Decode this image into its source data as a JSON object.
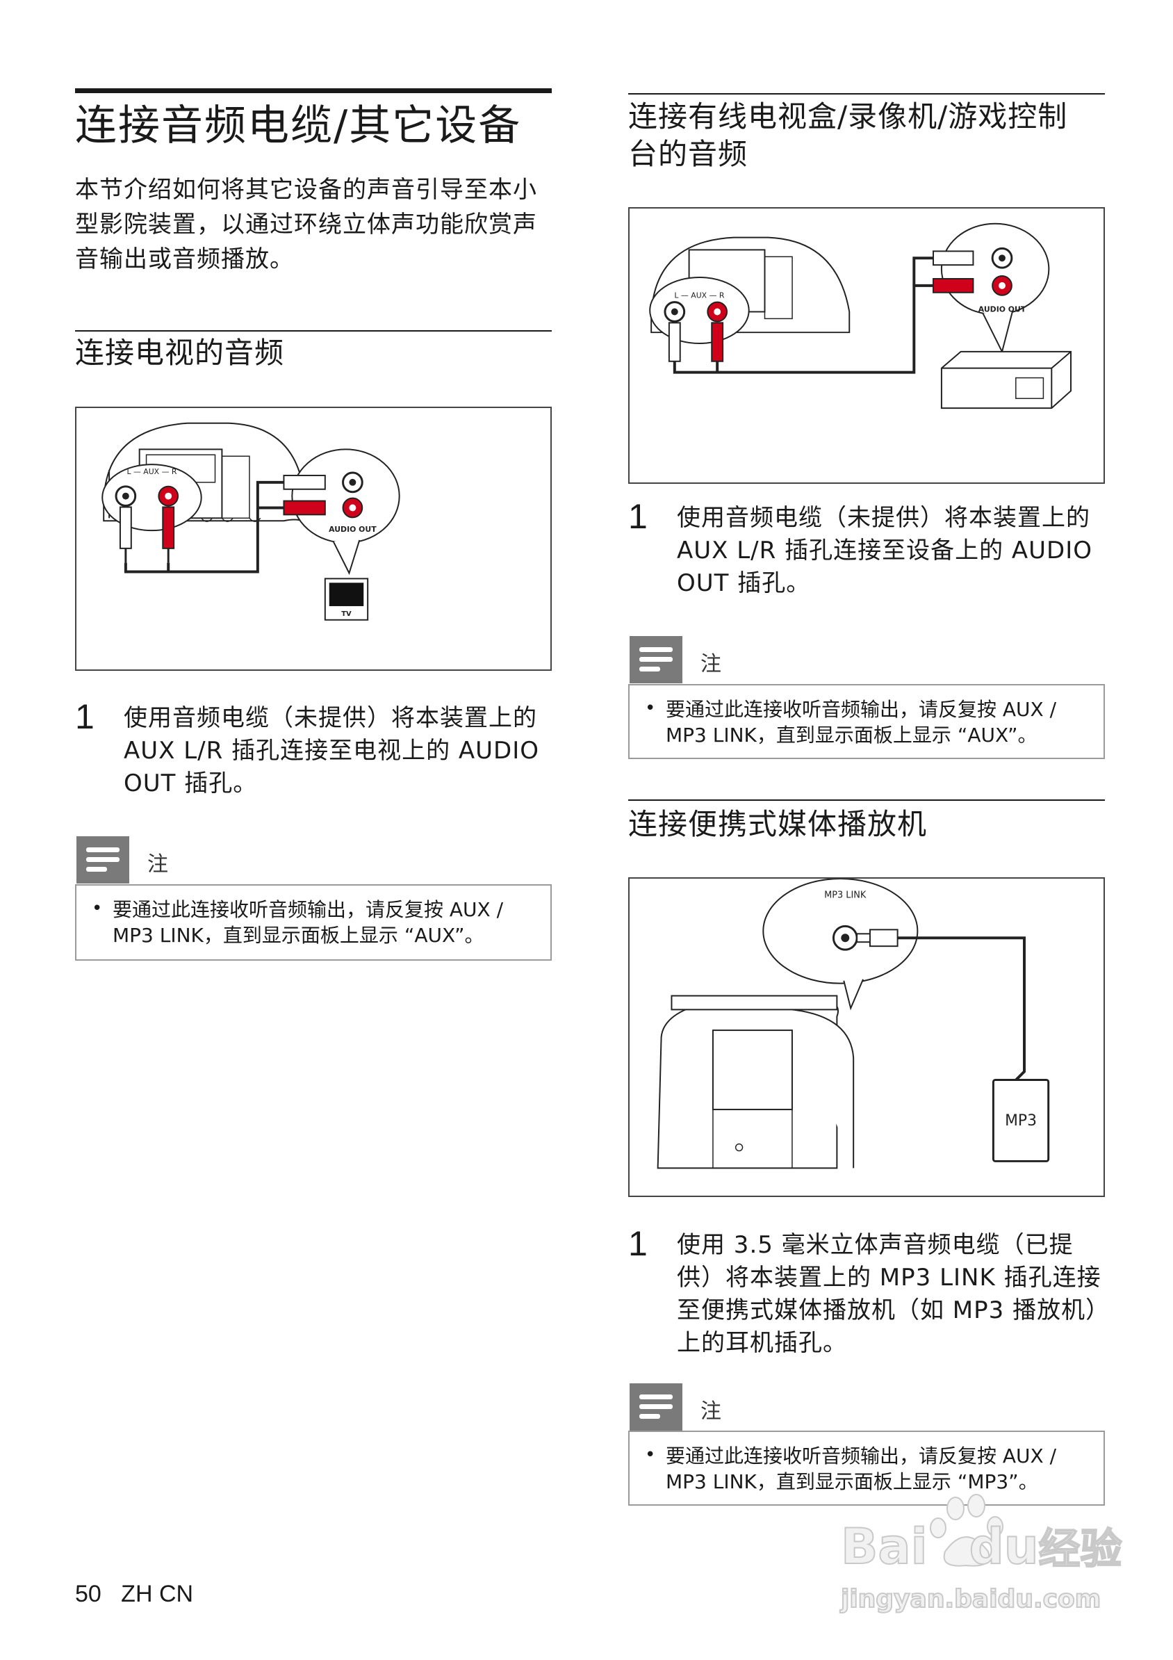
{
  "left": {
    "title": "连接音频电缆/其它设备",
    "intro": "本节介绍如何将其它设备的声音引导至本小型影院装置，以通过环绕立体声功能欣赏声音输出或音频播放。",
    "section_tv": {
      "heading": "连接电视的音频",
      "figure_labels": {
        "jack_label": "L — AUX — R",
        "audio_out": "AUDIO OUT",
        "tv": "TV"
      },
      "step_num": "1",
      "step_text": "使用音频电缆（未提供）将本装置上的 AUX L/R 插孔连接至电视上的 AUDIO OUT 插孔。",
      "note_label": "注",
      "note_text": "要通过此连接收听音频输出，请反复按 AUX / MP3 LINK，直到显示面板上显示 “AUX”。"
    }
  },
  "right": {
    "section_cable": {
      "heading_line1": "连接有线电视盒/录像机/游戏控制",
      "heading_line2": "台的音频",
      "figure_labels": {
        "jack_label": "L — AUX — R",
        "audio_out": "AUDIO OUT"
      },
      "step_num": "1",
      "step_text": "使用音频电缆（未提供）将本装置上的 AUX L/R 插孔连接至设备上的 AUDIO OUT 插孔。",
      "note_label": "注",
      "note_text": "要通过此连接收听音频输出，请反复按 AUX / MP3 LINK，直到显示面板上显示 “AUX”。"
    },
    "section_portable": {
      "heading": "连接便携式媒体播放机",
      "figure_labels": {
        "mp3_link": "MP3 LINK",
        "mp3": "MP3"
      },
      "step_num": "1",
      "step_text": "使用 3.5 毫米立体声音频电缆（已提供）将本装置上的 MP3 LINK 插孔连接至便携式媒体播放机（如 MP3 播放机）上的耳机插孔。",
      "note_label": "注",
      "note_text": "要通过此连接收听音频输出，请反复按 AUX / MP3 LINK，直到显示面板上显示 “MP3”。"
    }
  },
  "footer": {
    "page_number": "50",
    "language": "ZH CN"
  },
  "watermark": {
    "brand": "Bai",
    "brand2": "du",
    "brand_cn": "经验",
    "url": "jingyan.baidu.com"
  },
  "colors": {
    "text": "#1a1a1a",
    "plug_red": "#d0021b",
    "note_tab": "#7a7a7a",
    "box_border": "#444444"
  }
}
